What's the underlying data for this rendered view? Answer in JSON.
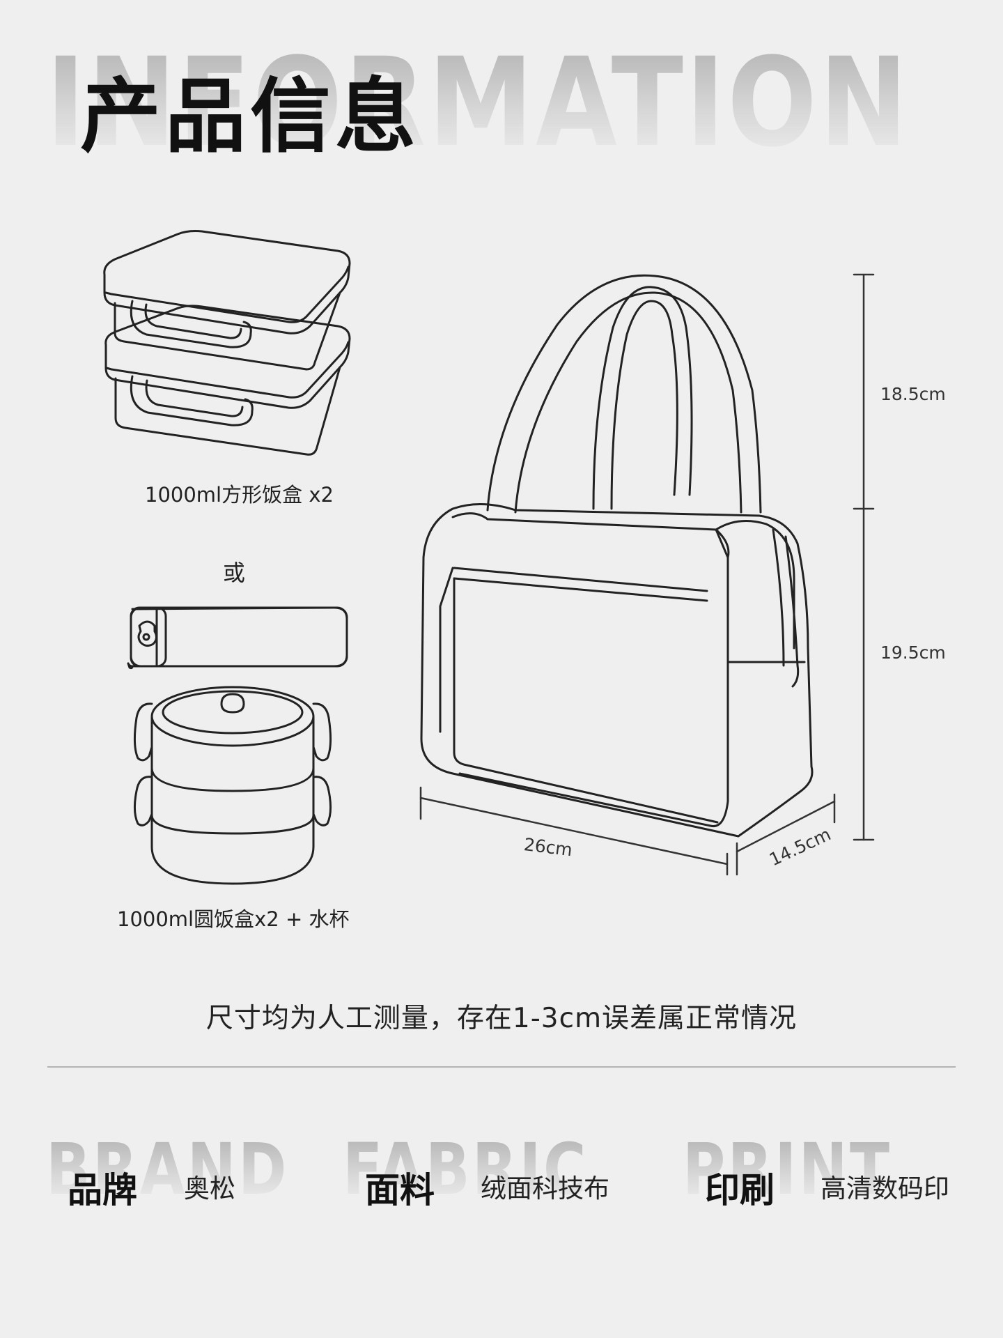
{
  "header": {
    "bg_word": "INFORMATION",
    "title": "产品信息"
  },
  "options": {
    "square_caption": "1000ml方形饭盒 x2",
    "or_label": "或",
    "round_caption": "1000ml圆饭盒x2 + 水杯"
  },
  "dimensions": {
    "handle_height": "18.5cm",
    "body_height": "19.5cm",
    "width": "26cm",
    "depth": "14.5cm"
  },
  "note": "尺寸均为人工测量，存在1-3cm误差属正常情况",
  "specs": [
    {
      "bg_word": "BRAND",
      "label": "品牌",
      "value": "奥松"
    },
    {
      "bg_word": "FABRIC",
      "label": "面料",
      "value": "绒面科技布"
    },
    {
      "bg_word": "PRINT",
      "label": "印刷",
      "value": "高清数码印"
    }
  ]
}
